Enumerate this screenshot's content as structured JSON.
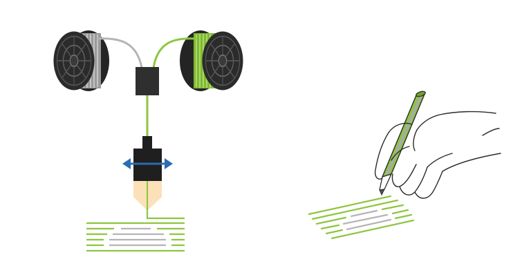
{
  "diagram": {
    "left_panel": {
      "spool_left": {
        "filament_color": "#a8a8a8",
        "side": "left"
      },
      "spool_right": {
        "filament_color": "#8cc63f",
        "side": "right"
      },
      "mixer_block": {
        "color": "#2f2f2f"
      },
      "print_head": {
        "color": "#1f1f1f",
        "nozzle_color": "#fbe0b8"
      },
      "motion_arrow": {
        "color": "#2c6db3",
        "icon": "double-arrow-horizontal-icon"
      },
      "printed_layers": {
        "outer_color": "#8cc63f",
        "inner_color": "#b4b4b4",
        "row_count": 6
      }
    },
    "right_panel": {
      "hand": {
        "icon": "hand-icon",
        "outline_color": "#2a2a2a"
      },
      "pen": {
        "body_color": "#8cc63f",
        "core_color": "#aaaaaa",
        "tip_color": "#555555"
      },
      "drawn_lines": {
        "outer_color": "#8cc63f",
        "inner_color": "#b4b4b4",
        "row_count": 6
      }
    },
    "colors": {
      "spool_dark": "#2b2b2b",
      "spool_ring": "#5a5a5a",
      "green": "#8cc63f",
      "grey": "#b4b4b4",
      "blue": "#2c6db3",
      "background": "#ffffff"
    }
  }
}
